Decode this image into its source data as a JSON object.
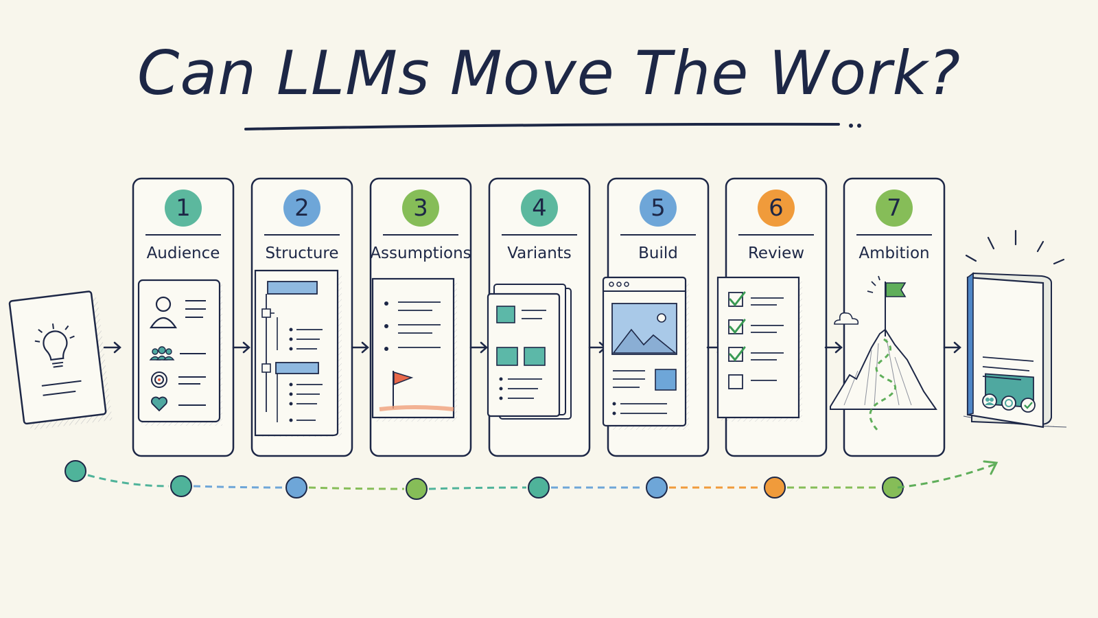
{
  "title": "Can LLMs Move The Work?",
  "steps": [
    {
      "number": "1",
      "label": "Audience",
      "color": "#5cb89e"
    },
    {
      "number": "2",
      "label": "Structure",
      "color": "#6ea6d8"
    },
    {
      "number": "3",
      "label": "Assumptions",
      "color": "#86bd58"
    },
    {
      "number": "4",
      "label": "Variants",
      "color": "#5cb89e"
    },
    {
      "number": "5",
      "label": "Build",
      "color": "#6ea6d8"
    },
    {
      "number": "6",
      "label": "Review",
      "color": "#f09b3b"
    },
    {
      "number": "7",
      "label": "Ambition",
      "color": "#86bd58"
    }
  ],
  "timeline_dots": [
    "#4fb39a",
    "#4fb39a",
    "#6ea6d8",
    "#86bd58",
    "#4fb39a",
    "#6ea6d8",
    "#f09b3b",
    "#86bd58"
  ],
  "colors": {
    "ink": "#1d2746",
    "paper": "#f8f6ec",
    "teal": "#4fa8a0",
    "blue": "#6ea6d8",
    "orange": "#f09b3b",
    "green": "#86bd58"
  },
  "icons": [
    "lightbulb-card-icon",
    "person-icon",
    "group-icon",
    "target-icon",
    "heart-icon",
    "hierarchy-icon",
    "flag-icon",
    "stacked-cards-icon",
    "browser-window-icon",
    "checklist-icon",
    "mountain-flag-icon",
    "finished-book-icon"
  ]
}
